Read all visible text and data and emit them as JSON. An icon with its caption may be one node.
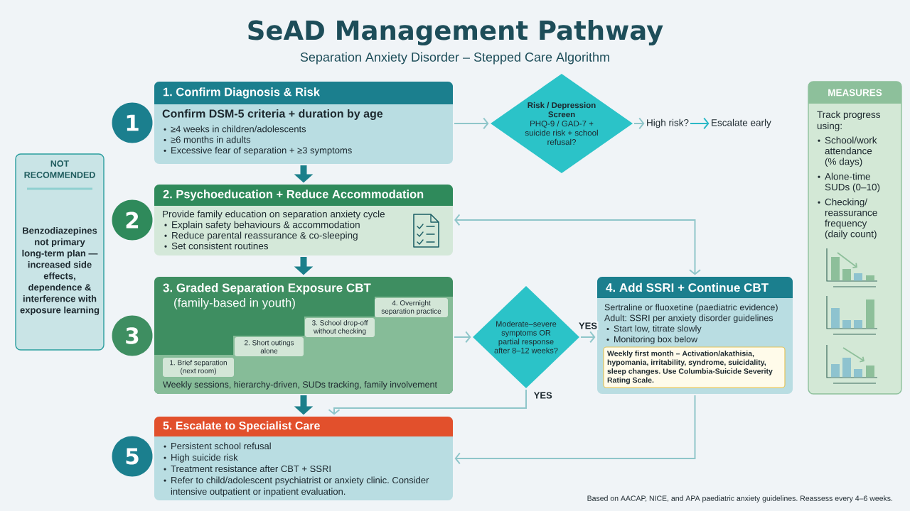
{
  "diagram": {
    "title": "SeAD Management Pathway",
    "nodes": [
      {
        "text": [
          "1"
        ]
      },
      {
        "text": [
          "1. Confirm Diagnosis & Risk",
          "Confirm DSM-5 criteria + duration by age",
          "≥4 weeks in children/adolescents",
          "≥6 months in adults",
          "Excessive fear of separation + ≥3 symptoms"
        ]
      },
      {
        "text": [
          "Risk / Depression Screen",
          "PHQ-9 / GAD-7 + suicide risk + school refusal?"
        ]
      },
      {
        "text": [
          "High risk?"
        ]
      },
      {
        "text": [
          "Escalate early"
        ]
      },
      {
        "text": [
          "MEASURES",
          "Track progress using:",
          "School/work attendance (% days)",
          "Alone-time SUDs (0–10)",
          "Checking/reassurance frequency (daily count)"
        ]
      },
      {
        "text": [
          "NOT RECOMMENDED",
          "Benzodiazepines not primary long-term plan — increased side effects, dependence & interference with exposure learning"
        ]
      },
      {
        "text": [
          "2"
        ]
      },
      {
        "text": [
          "2. Psychoeducation + Reduce Accommodation",
          "Provide family education on separation anxiety cycle",
          "Explain safety behaviours & accommodation",
          "Reduce parental reassurance & co-sleeping",
          "Set consistent routines"
        ]
      },
      {
        "text": [
          "3"
        ]
      },
      {
        "text": [
          "3. Graded Separation Exposure CBT",
          "(family-based in youth)",
          "Weekly sessions, hierarchy-driven, SUDs tracking, family involvement"
        ]
      },
      {
        "text": [
          "1. Brief separation (next room)"
        ],
        "in": 10
      },
      {
        "text": [
          "2. Short outings alone"
        ],
        "in": 10
      },
      {
        "text": [
          "3. School drop-off without checking"
        ],
        "in": 10
      },
      {
        "text": [
          "4. Overnight separation practice"
        ],
        "in": 10
      },
      {
        "text": [
          "Moderate–severe symptoms OR partial response after 8–12 weeks?"
        ]
      },
      {
        "text": [
          "4. Add SSRI + Continue CBT",
          "Sertraline or fluoxetine (paediatric evidence)",
          "Adult: SSRI per anxiety disorder guidelines",
          "Start low, titrate slowly",
          "Monitoring box below"
        ]
      },
      {
        "text": [
          "Weekly first month – Activation/akathisia, hypomania, irritability, syndrome, suicidality, sleep changes. Use Columbia-Suicide Severity Rating Scale."
        ],
        "in": 16
      },
      {
        "text": [
          "5"
        ]
      },
      {
        "text": [
          "5. Escalate to Specialist Care",
          "Persistent school refusal",
          "High suicide risk",
          "Treatment resistance after CBT + SSRI",
          "Refer to child/adolescent psychiatrist or anxiety clinic. Consider intensive outpatient or inpatient evaluation."
        ]
      }
    ],
    "edges": [
      {
        "from": 1,
        "to": 8,
        "arrow": "to",
        "style": "thick",
        "color": "#1b7f8a"
      },
      {
        "from": 8,
        "to": 10,
        "arrow": "to",
        "style": "thick",
        "color": "#1b7f8a"
      },
      {
        "from": 10,
        "to": 19,
        "arrow": "to",
        "style": "thick",
        "color": "#1b7f8a"
      },
      {
        "from": 1,
        "to": 2,
        "arrow": "to"
      },
      {
        "from": 2,
        "to": 3,
        "arrow": "to"
      },
      {
        "from": 3,
        "to": 4,
        "arrow": "to",
        "color": "#2bb8c6"
      },
      {
        "from": 10,
        "to": 15,
        "arrow": "to"
      },
      {
        "from": 15,
        "to": 16,
        "arrow": "to",
        "label": "YES"
      },
      {
        "from": 15,
        "to": 19,
        "arrow": "to",
        "label": "YES"
      },
      {
        "from": 8,
        "to": 16,
        "arrow": "both"
      },
      {
        "from": 16,
        "to": 19,
        "arrow": "to"
      }
    ],
    "labels": [
      "Separation Anxiety Disorder – Stepped Care Algorithm",
      "Based on AACAP, NICE, and APA paediatric anxiety guidelines. Reassess every 4–6 weeks."
    ]
  }
}
